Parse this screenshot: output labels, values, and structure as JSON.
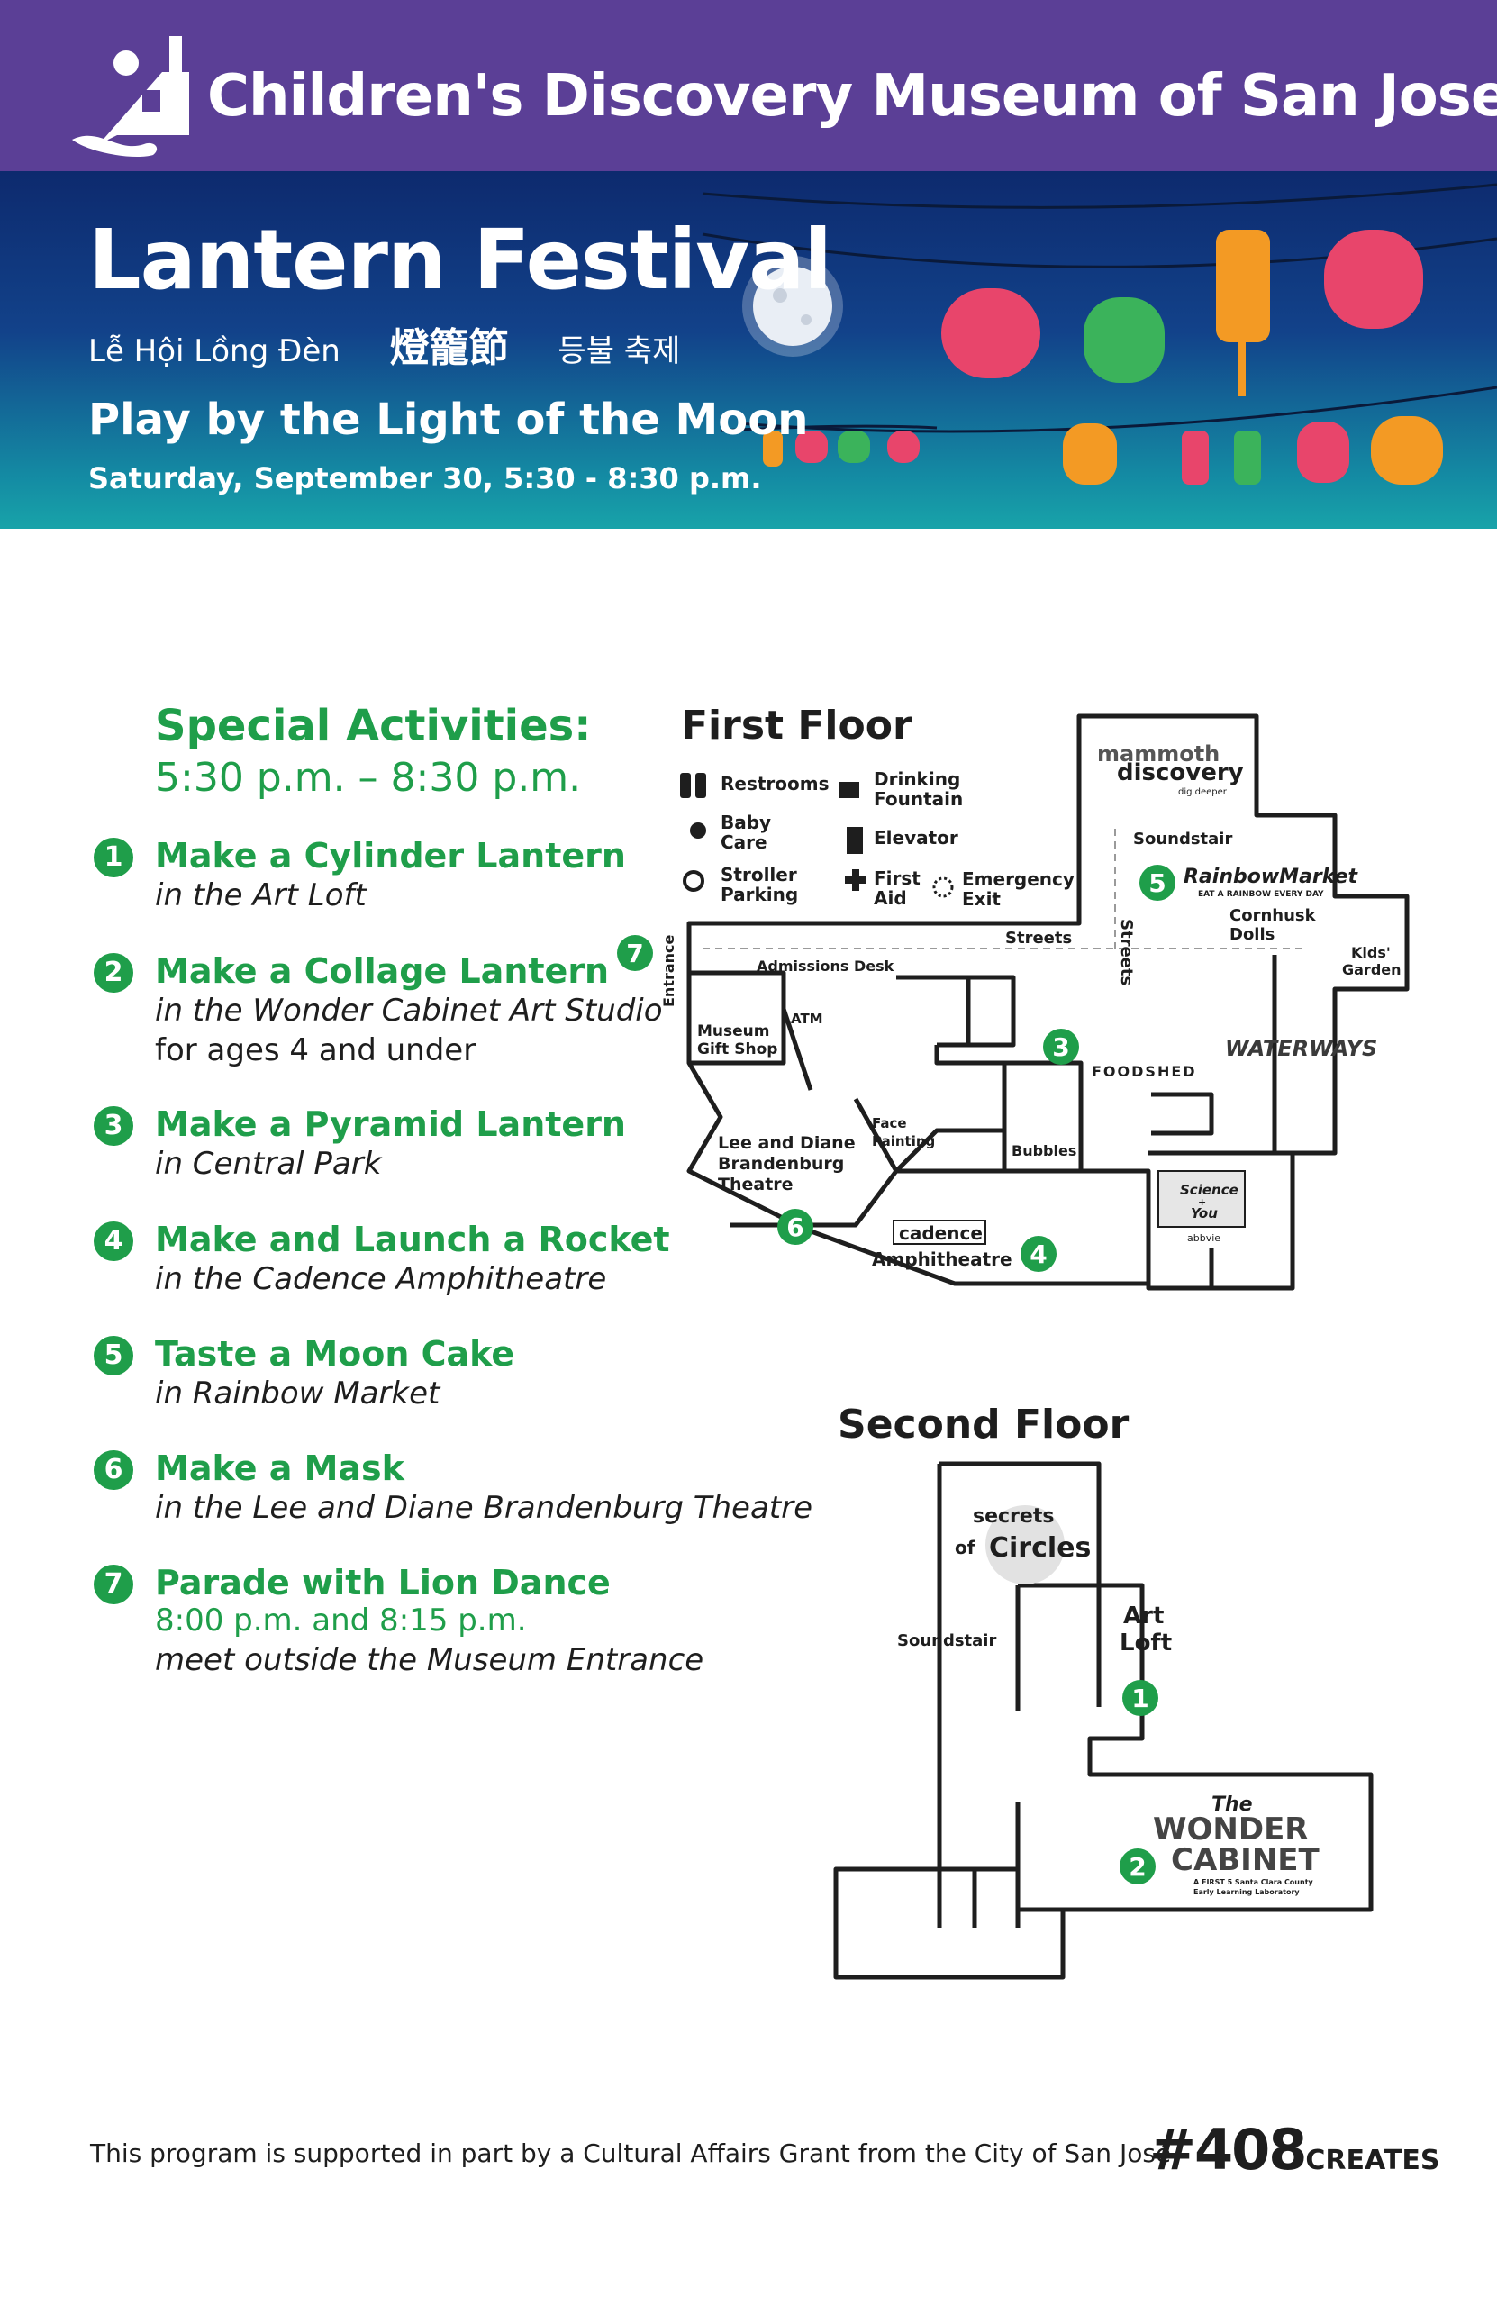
{
  "header": {
    "museum_name": "Children's Discovery Museum of San Jose"
  },
  "festival": {
    "title": "Lantern Festival",
    "lang_vietnamese": "Lễ Hội Lồng Đèn",
    "lang_chinese": "燈籠節",
    "lang_korean": "등불 축제",
    "tagline": "Play by the Light of the Moon",
    "date": "Saturday, September 30, 5:30 - 8:30 p.m."
  },
  "activities": {
    "heading": "Special Activities:",
    "time": "5:30 p.m. – 8:30 p.m.",
    "items": [
      {
        "num": "1",
        "title": "Make a Cylinder Lantern",
        "location": "in the Art Loft",
        "extra": ""
      },
      {
        "num": "2",
        "title": "Make a Collage Lantern",
        "location": "in the Wonder Cabinet Art Studio",
        "extra": "for ages 4 and under"
      },
      {
        "num": "3",
        "title": "Make a Pyramid Lantern",
        "location": "in Central Park",
        "extra": ""
      },
      {
        "num": "4",
        "title": "Make and Launch a Rocket",
        "location": "in the Cadence Amphitheatre",
        "extra": ""
      },
      {
        "num": "5",
        "title": "Taste a Moon Cake",
        "location": "in Rainbow Market",
        "extra": ""
      },
      {
        "num": "6",
        "title": "Make a Mask",
        "location": "in the Lee and Diane Brandenburg Theatre",
        "extra": ""
      },
      {
        "num": "7",
        "title": "Parade with Lion Dance",
        "location": "meet outside the Museum Entrance",
        "extra": "8:00 p.m. and 8:15 p.m."
      }
    ]
  },
  "first_floor": {
    "title": "First Floor",
    "legend": [
      "Restrooms",
      "Drinking",
      "Fountain",
      "Baby",
      "Care",
      "Elevator",
      "Stroller",
      "Parking",
      "First",
      "Aid",
      "Emergency",
      "Exit"
    ],
    "labels": {
      "mammoth": "mammoth",
      "discovery": "discovery",
      "dig_deeper": "dig deeper",
      "soundstair": "Soundstair",
      "rainbow_market": "RainbowMarket",
      "rainbow_sub": "EAT A RAINBOW EVERY DAY",
      "streets_vertical": "Streets",
      "streets": "Streets",
      "cornhusk": "Cornhusk",
      "dolls": "Dolls",
      "kids": "Kids'",
      "garden": "Garden",
      "entrance": "Entrance",
      "admissions": "Admissions Desk",
      "museum": "Museum",
      "gift_shop": "Gift Shop",
      "atm": "ATM",
      "foodshed": "FOODSHED",
      "waterways": "WATERWAYS",
      "face": "Face",
      "painting": "Painting",
      "bubbles": "Bubbles",
      "theatre_1": "Lee and Diane",
      "theatre_2": "Brandenburg",
      "theatre_3": "Theatre",
      "cadence": "cadence",
      "amphitheatre": "Amphitheatre",
      "science": "Science",
      "plus": "+",
      "you": "You",
      "abbvie": "abbvie"
    }
  },
  "second_floor": {
    "title": "Second Floor",
    "labels": {
      "secrets": "secrets",
      "of": "of",
      "circles": "Circles",
      "soundstair": "Soundstair",
      "art": "Art",
      "loft": "Loft",
      "the": "The",
      "wonder": "WONDER",
      "cabinet": "CABINET",
      "cabinet_sub_1": "A FIRST 5 Santa Clara County",
      "cabinet_sub_2": "Early Learning Laboratory"
    }
  },
  "footer": {
    "note": "This program is supported in part by a Cultural Affairs Grant from the City of San José.",
    "tag": "#408",
    "tag_small": "CREATES"
  },
  "colors": {
    "purple": "#5b3f96",
    "navy": "#0d2a6e",
    "teal": "#18a3a9",
    "green": "#1f9e4a"
  }
}
